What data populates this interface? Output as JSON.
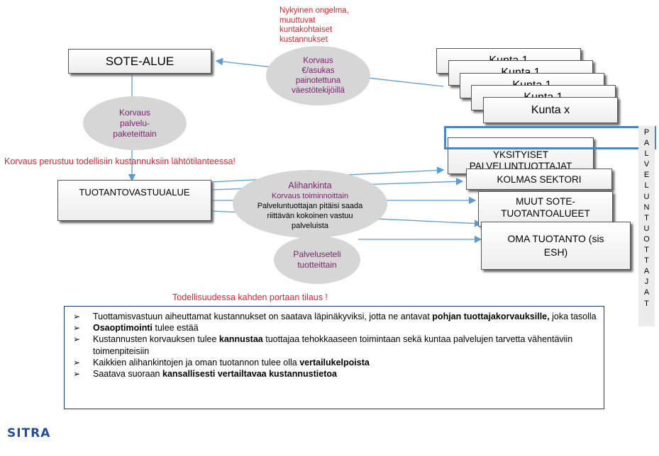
{
  "note_top": "Nykyinen ongelma,\nmuuttuvat\nkuntakohtaiset\nkustannukset",
  "sote_alue": "SOTE-ALUE",
  "korvaus_asukas": "Korvaus\n€/asukas\npainotettuna\nväestötekijöillä",
  "kunta_boxes": [
    "Kunta 1",
    "Kunta 1",
    "Kunta 1",
    "Kunta 1",
    "Kunta x"
  ],
  "korvaus_palvelu": "Korvaus\npalvelu-\npaketeittain",
  "note_red": "Korvaus perustuu todellisiin kustannuksiin lähtötilanteessa!",
  "tuotantovastuualue": "TUOTANTOVASTUUALUE",
  "alihankinta": {
    "title": "Alihankinta",
    "subtitle": "Korvaus toiminnoittain",
    "body": "Palveluntuottajan pitäisi saada\nriittävän kokoinen vastuu\npalveluista"
  },
  "palveluseteli": "Palveluseteli\ntuotteittain",
  "providers": {
    "yksityiset": "YKSITYISET\nPALVELUNTUOTTAJAT",
    "kolmas": "KOLMAS SEKTORI",
    "muut": "MUUT SOTE-\nTUOTANTOALUEET",
    "oma": "OMA TUOTANTO (sis\nESH)"
  },
  "vertical_label": "PALVELUNTUOTTAJAT",
  "note_bottom": "Todellisuudessa kahden portaan tilaus !",
  "bullets": [
    {
      "pre": "Tuottamisvastuun aiheuttamat kustannukset on saatava läpinäkyviksi, jotta ne antavat ",
      "bold": "pohjan tuottajakorvauksille,",
      "post": " joka tasolla"
    },
    {
      "pre": "",
      "bold": "Osaoptimointi",
      "post": " tulee estää"
    },
    {
      "pre": "Kustannusten korvauksen tulee ",
      "bold": "kannustaa",
      "post": " tuottajaa  tehokkaaseen toimintaan sekä kuntaa palvelujen tarvetta vähentäviin toimenpiteisiin"
    },
    {
      "pre": "Kaikkien alihankintojen ja oman tuotannon tulee olla ",
      "bold": "vertailukelpoista",
      "post": ""
    },
    {
      "pre": "Saatava suoraan ",
      "bold": "kansallisesti vertailtavaa kustannustietoa",
      "post": ""
    }
  ],
  "bullet_marker": "➢",
  "logo_text": "SITRA",
  "colors": {
    "accent_blue": "#5b9bd5",
    "highlight_blue": "#4a86c7",
    "text_purple": "#7a1f6b",
    "text_red": "#e8202a",
    "ellipse_gray": "#d6d6d6"
  }
}
